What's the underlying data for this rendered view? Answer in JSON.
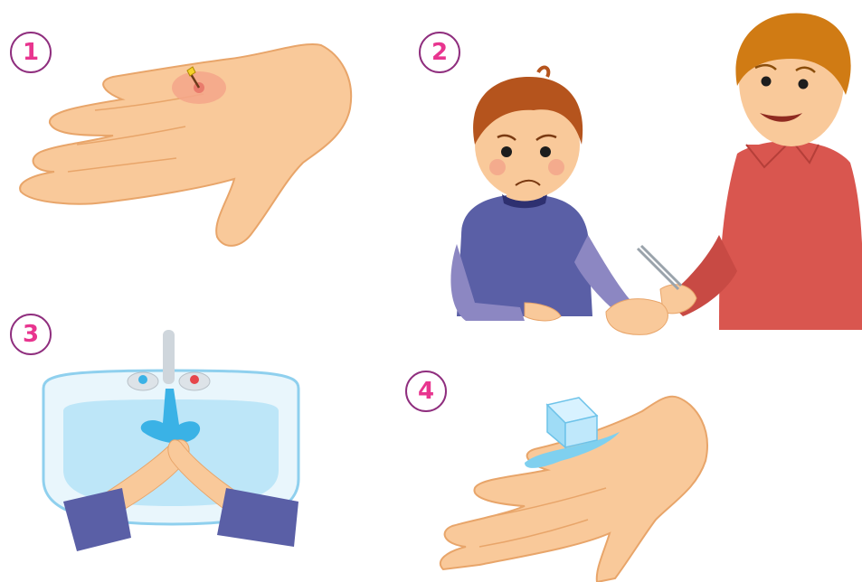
{
  "steps": [
    {
      "number": "1",
      "icon": "stinger-in-hand-icon"
    },
    {
      "number": "2",
      "icon": "adult-removing-stinger-with-tweezers-icon"
    },
    {
      "number": "3",
      "icon": "washing-hands-under-tap-icon"
    },
    {
      "number": "4",
      "icon": "ice-cube-on-hand-icon"
    }
  ],
  "colors": {
    "badge_border": "#8f2e7e",
    "badge_number": "#e8358f",
    "skin": "#f9c99a",
    "skin_outline": "#e8a56a",
    "water": "#3ab2e6",
    "boy_shirt": "#5a5fa6",
    "man_shirt": "#d9564f",
    "hair": "#b5541d"
  }
}
